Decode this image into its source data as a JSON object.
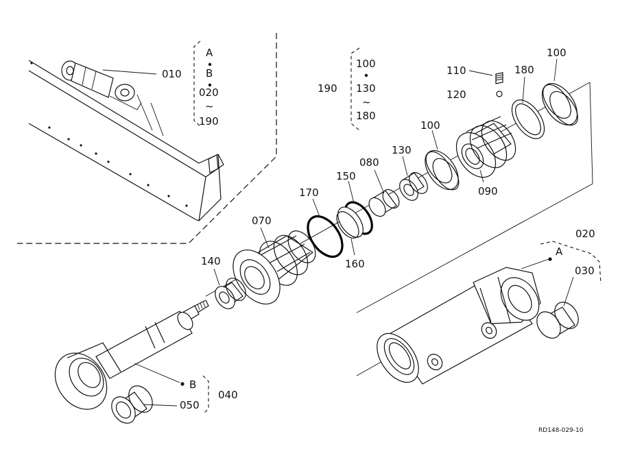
{
  "labels": {
    "assembly_010": "010",
    "marker_a_top": "A",
    "marker_b_top": "B",
    "range_020": "020",
    "tilde_top": "~",
    "range_190": "190",
    "p100_top": "100",
    "p190": "190",
    "p130_range": "130",
    "tilde_mid": "~",
    "p180_range": "180",
    "p110": "110",
    "p120": "120",
    "p180": "180",
    "p100_right": "100",
    "p100_mid": "100",
    "p130": "130",
    "p080": "080",
    "p150": "150",
    "p170": "170",
    "p070": "070",
    "p090": "090",
    "p160": "160",
    "p140": "140",
    "p020": "020",
    "marker_a_body": "A",
    "p030": "030",
    "marker_b_rod": "B",
    "p040": "040",
    "p050": "050"
  },
  "footer": {
    "drawing_code": "RD148-029-10"
  }
}
